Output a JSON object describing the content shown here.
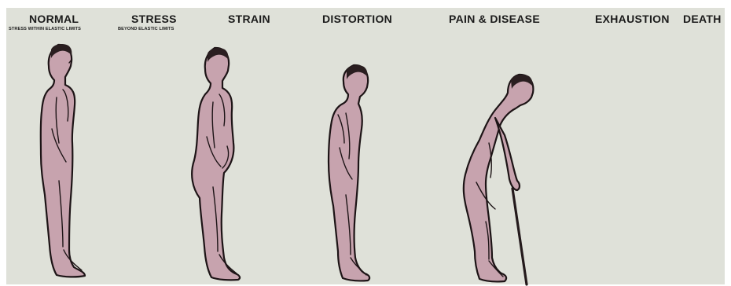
{
  "stages": [
    {
      "label": "NORMAL",
      "sublabel": "STRESS WITHIN ELASTIC LIMITS"
    },
    {
      "label": "STRESS",
      "sublabel": "BEYOND ELASTIC LIMITS"
    },
    {
      "label": "STRAIN",
      "sublabel": ""
    },
    {
      "label": "DISTORTION",
      "sublabel": ""
    },
    {
      "label": "PAIN & DISEASE",
      "sublabel": ""
    },
    {
      "label": "EXHAUSTION",
      "sublabel": ""
    },
    {
      "label": "DEATH",
      "sublabel": ""
    }
  ],
  "colors": {
    "background": "#dfe1d9",
    "figure_fill": "#c7a3ae",
    "outline": "#1d1416"
  },
  "icons": [
    "standing-figure",
    "bloated-figure",
    "slumped-figure",
    "bent-figure-with-cane"
  ]
}
